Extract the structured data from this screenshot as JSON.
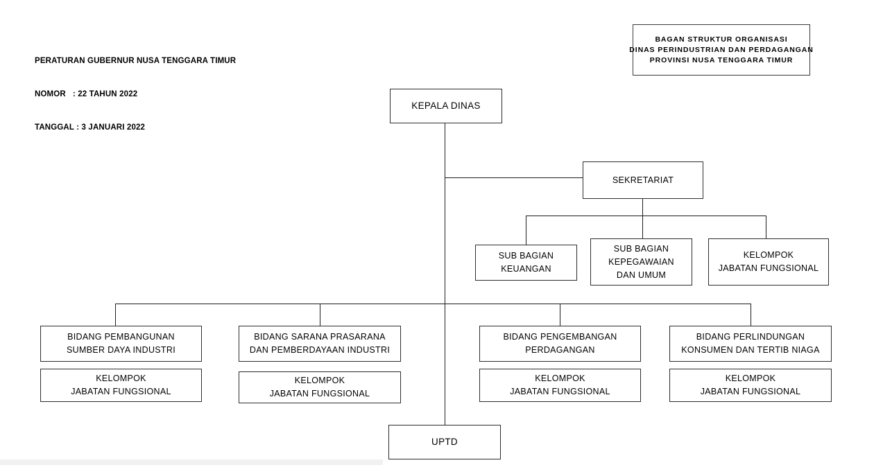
{
  "document": {
    "legal_reference": {
      "line1": "PERATURAN GUBERNUR NUSA TENGGARA TIMUR",
      "line2": "NOMOR   : 22 TAHUN 2022",
      "line3": "TANGGAL : 3 JANUARI 2022"
    },
    "title_box": {
      "line1": "BAGAN  STRUKTUR  ORGANISASI",
      "line2": "DINAS  PERINDUSTRIAN  DAN  PERDAGANGAN",
      "line3": "PROVINSI  NUSA  TENGGARA TIMUR"
    }
  },
  "chart": {
    "head": {
      "line1": "KEPALA DINAS"
    },
    "secretariat": {
      "line1": "SEKRETARIAT"
    },
    "secretariat_children": [
      {
        "line1": "SUB BAGIAN",
        "line2": "KEUANGAN"
      },
      {
        "line1": "SUB BAGIAN",
        "line2": "KEPEGAWAIAN",
        "line3": "DAN UMUM"
      },
      {
        "line1": "KELOMPOK",
        "line2": "JABATAN FUNGSIONAL"
      }
    ],
    "divisions": [
      {
        "title_line1": "BIDANG PEMBANGUNAN",
        "title_line2": "SUMBER DAYA INDUSTRI",
        "group_line1": "KELOMPOK",
        "group_line2": "JABATAN FUNGSIONAL"
      },
      {
        "title_line1": "BIDANG SARANA PRASARANA",
        "title_line2": "DAN PEMBERDAYAAN INDUSTRI",
        "group_line1": "KELOMPOK",
        "group_line2": "JABATAN FUNGSIONAL"
      },
      {
        "title_line1": "BIDANG PENGEMBANGAN",
        "title_line2": "PERDAGANGAN",
        "group_line1": "KELOMPOK",
        "group_line2": "JABATAN FUNGSIONAL"
      },
      {
        "title_line1": "BIDANG PERLINDUNGAN",
        "title_line2": "KONSUMEN DAN TERTIB NIAGA",
        "group_line1": "KELOMPOK",
        "group_line2": "JABATAN FUNGSIONAL"
      }
    ],
    "uptd": {
      "line1": "UPTD"
    }
  },
  "colors": {
    "background": "#ffffff",
    "text": "#000000",
    "box_border": "#2b2b2b",
    "connector": "#1c1c1c"
  }
}
